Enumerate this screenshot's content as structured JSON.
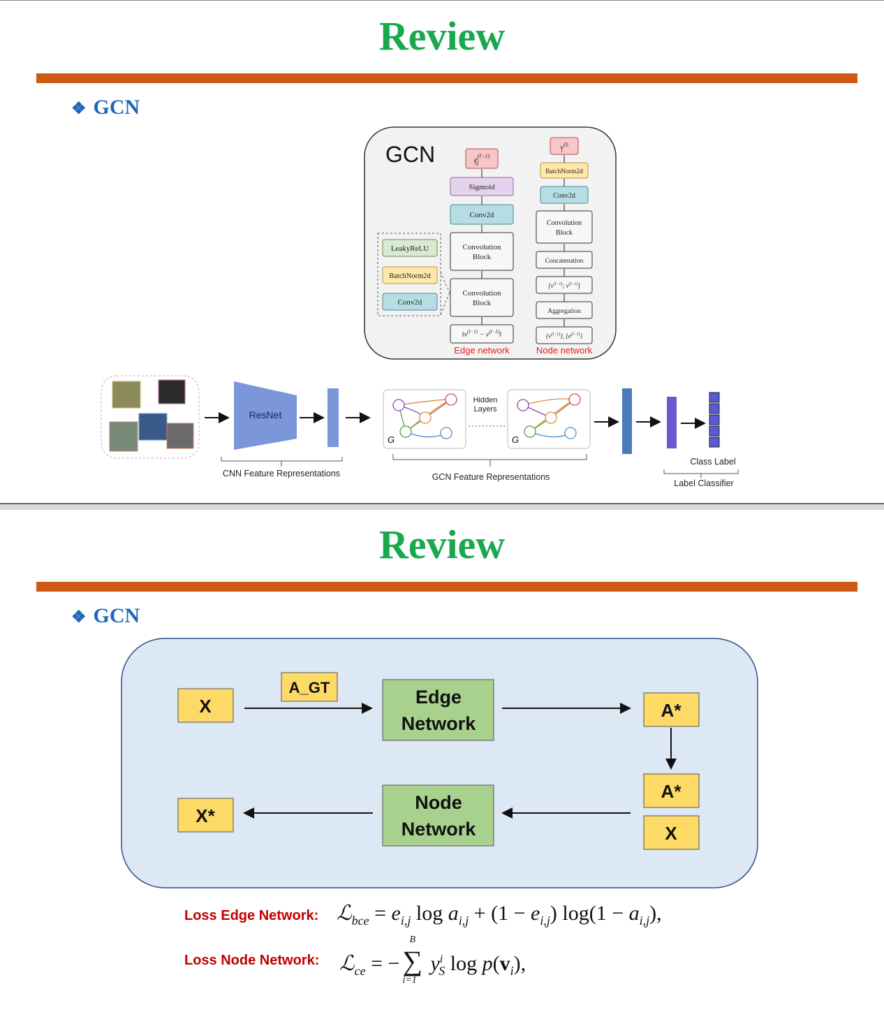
{
  "slide1": {
    "title": "Review",
    "bullet": "GCN",
    "gcn_panel": {
      "heading": "GCN",
      "edge_network": {
        "output": "e_{i,j}^{(l-1)}",
        "layers": [
          "Sigmoid",
          "Conv2d",
          "Convolution Block",
          "Convolution Block"
        ],
        "input": "||v_i^{(l-1)} - v_j^{(l-1)}||",
        "label": "Edge network"
      },
      "conv_block_detail": [
        "LeakyReLU",
        "BatchNorm2d",
        "Conv2d"
      ],
      "node_network": {
        "output": "v_i^{(l)}",
        "layers": [
          "BatchNorm2d",
          "Conv2d",
          "Convolution Block",
          "Concatenation",
          "[v_i^{(l-1)}; v_j^{(l-1)}]",
          "Aggregation"
        ],
        "input": "{v_j^{(l-1)}}, {e_{i,j}^{(l-1)}}",
        "label": "Node network"
      }
    },
    "pipeline": {
      "resnet": "ResNet",
      "hidden_layers": "Hidden Layers",
      "graph_label": "G",
      "cnn_caption": "CNN Feature Representations",
      "gcn_caption": "GCN Feature Representations",
      "class_label": "Class Label",
      "label_classifier": "Label Classifier"
    }
  },
  "slide2": {
    "title": "Review",
    "bullet": "GCN",
    "diagram": {
      "x_in": "X",
      "a_gt": "A_GT",
      "edge_network": [
        "Edge",
        "Network"
      ],
      "a_star_1": "A*",
      "a_star_2": "A*",
      "x_right": "X",
      "node_network": [
        "Node",
        "Network"
      ],
      "x_out": "X*"
    },
    "loss_edge_label": "Loss Edge Network:",
    "loss_node_label": "Loss Node Network:"
  },
  "colors": {
    "title_green": "#1aa84f",
    "bar_orange": "#cc5a12",
    "bullet_blue": "#1f66b8",
    "panel_blue": "#dde8f5",
    "box_yellow": "#fdd966",
    "box_green": "#a9d18e",
    "loss_red": "#c00000"
  }
}
